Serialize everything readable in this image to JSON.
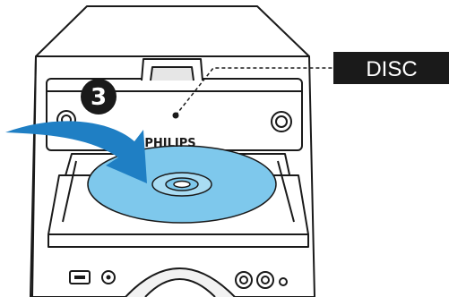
{
  "step": {
    "number": "3"
  },
  "device": {
    "brand": "PHILIPS"
  },
  "callout": {
    "label": "DISC"
  },
  "colors": {
    "outline": "#1a1a1a",
    "arrow": "#1f7fc4",
    "disc_outer": "#7ec8ec",
    "disc_inner": "#a9dcf3",
    "callout_bg": "#1a1a1a",
    "callout_text": "#ffffff"
  },
  "icons": [
    "curved-arrow-icon",
    "disc-icon",
    "usb-port-icon"
  ]
}
